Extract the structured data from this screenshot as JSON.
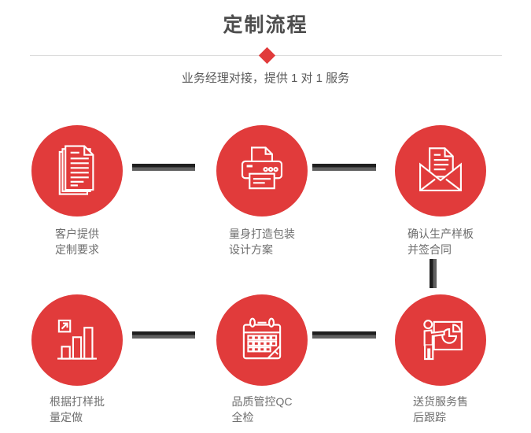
{
  "header": {
    "title": "定制流程",
    "subtitle": "业务经理对接，提供 1 对 1 服务"
  },
  "colors": {
    "accent_red": "#e13b3b",
    "title_gray": "#4d4d4d",
    "subtitle_gray": "#595959",
    "label_gray": "#6e6e6e",
    "divider_gray": "#dcdcdc",
    "connector_dark": "#1f1f1f",
    "connector_gray": "#606060"
  },
  "steps": [
    {
      "icon": "documents-icon",
      "line1": "客户提供",
      "line2": "定制要求"
    },
    {
      "icon": "printer-icon",
      "line1": "量身打造包装",
      "line2": "设计方案"
    },
    {
      "icon": "envelope-icon",
      "line1": "确认生产样板",
      "line2": "并签合同"
    },
    {
      "icon": "bar-chart-icon",
      "line1": "根据打样批",
      "line2": "量定做"
    },
    {
      "icon": "calendar-icon",
      "line1": "品质管控QC",
      "line2": "全检"
    },
    {
      "icon": "presentation-icon",
      "line1": "送货服务售",
      "line2": "后跟踪"
    }
  ]
}
